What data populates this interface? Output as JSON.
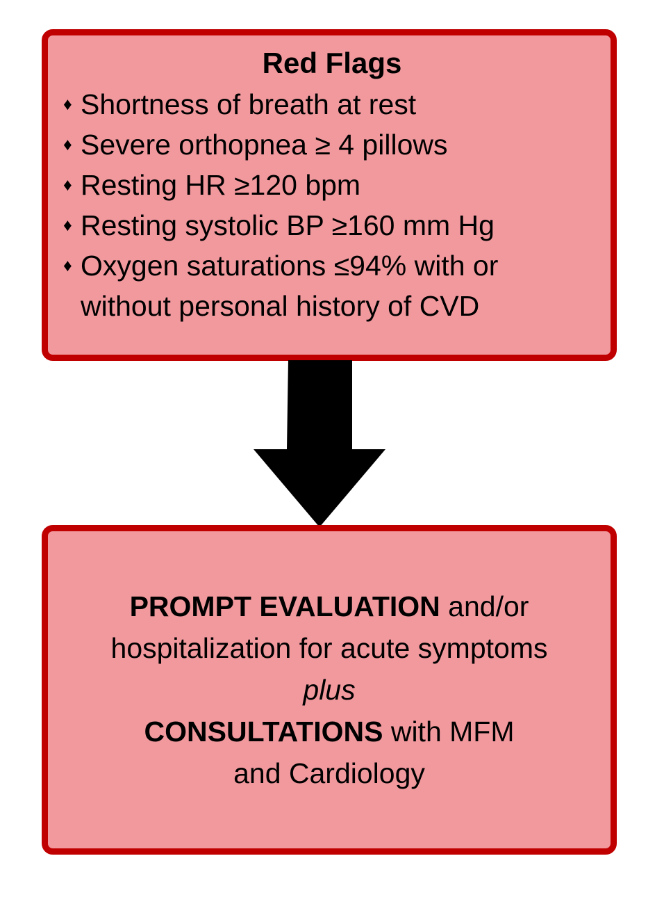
{
  "diagram": {
    "top_box": {
      "title": "Red Flags",
      "bullet_glyph": "♦",
      "bullets": [
        "Shortness of breath at rest",
        "Severe orthopnea ≥ 4 pillows",
        "Resting HR ≥120 bpm",
        "Resting systolic BP ≥160 mm Hg",
        "Oxygen saturations ≤94% with or without personal history of CVD"
      ]
    },
    "arrow": {
      "direction": "down"
    },
    "bottom_box": {
      "line1_bold": "PROMPT EVALUATION",
      "line1_rest": " and/or",
      "line2": "hospitalization for acute symptoms",
      "line3_italic": "plus",
      "line4_bold": "CONSULTATIONS",
      "line4_rest": " with MFM",
      "line5": "and Cardiology"
    },
    "colors": {
      "box_fill": "#F2999E",
      "box_border": "#C00000",
      "arrow": "#000000",
      "text": "#000000",
      "background": "#FFFFFF"
    }
  }
}
